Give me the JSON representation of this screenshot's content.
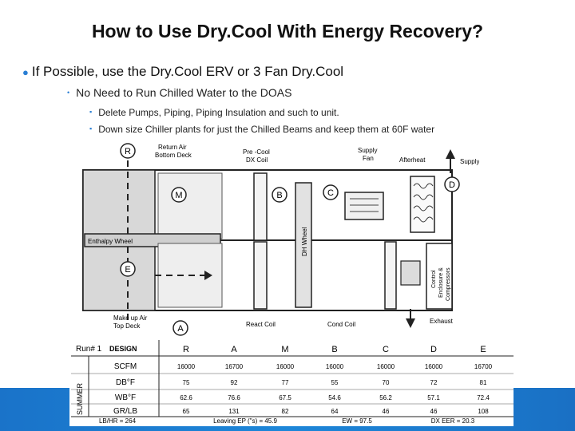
{
  "slide": {
    "title": "How to Use Dry.Cool With Energy Recovery?",
    "bullet1": "If Possible, use the Dry.Cool ERV or 3 Fan Dry.Cool",
    "bullet2": "No Need to Run Chilled Water to the DOAS",
    "bullet3a": "Delete Pumps, Piping, Piping Insulation and such to unit.",
    "bullet3b": "Down size Chiller plants for just the Chilled Beams and keep them at 60F water"
  },
  "diagram": {
    "return_air": "Return Air",
    "bottom_deck": "Bottom Deck",
    "precool": "Pre -Cool",
    "dx_coil": "DX Coil",
    "supply_fan": "Supply",
    "supply_fan2": "Fan",
    "afterheat": "Afterheat",
    "supply": "Supply",
    "enthalpy_wheel": "Enthalpy Wheel",
    "dh_wheel": "DH Wheel",
    "control": "Control",
    "enclosure": "Enclosure &",
    "compressors": "Compressors",
    "makeup_air": "Make up Air",
    "top_deck": "Top Deck",
    "react_coil": "React Coil",
    "cond_coil": "Cond Coil",
    "exhaust": "Exhaust",
    "points": {
      "r": "R",
      "m": "M",
      "b": "B",
      "c": "C",
      "d": "D",
      "e": "E",
      "a": "A"
    }
  },
  "table": {
    "run": "Run# 1",
    "design": "DESIGN",
    "side_label": "SUMMER",
    "columns": [
      "R",
      "A",
      "M",
      "B",
      "C",
      "D",
      "E"
    ],
    "rows": [
      {
        "label": "SCFM",
        "values": [
          "16000",
          "16700",
          "16000",
          "16000",
          "16000",
          "16000",
          "16700"
        ]
      },
      {
        "label": "DB°F",
        "values": [
          "75",
          "92",
          "77",
          "55",
          "70",
          "72",
          "81"
        ]
      },
      {
        "label": "WB°F",
        "values": [
          "62.6",
          "76.6",
          "67.5",
          "54.6",
          "56.2",
          "57.1",
          "72.4"
        ]
      },
      {
        "label": "GR/LB",
        "values": [
          "65",
          "131",
          "82",
          "64",
          "46",
          "46",
          "108"
        ]
      }
    ],
    "footer": [
      "LB/HR = 264",
      "Leaving EP (\"s) = 45.9",
      "EW = 97.5",
      "DX EER = 20.3"
    ]
  },
  "colors": {
    "accent": "#1d86d8",
    "bullet": "#2a7fd4"
  }
}
